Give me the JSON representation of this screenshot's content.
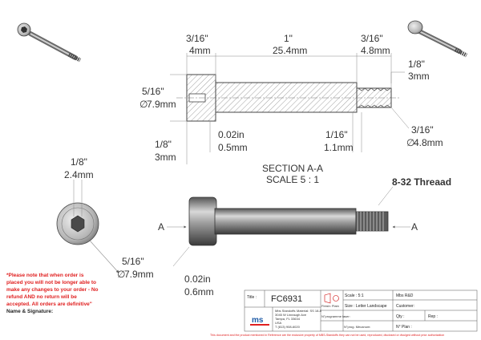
{
  "dims": {
    "head_len_in": "3/16\"",
    "head_len_mm": "4mm",
    "shank_len_in": "1\"",
    "shank_len_mm": "25.4mm",
    "thread_len_in": "3/16\"",
    "thread_len_mm": "4.8mm",
    "thread_depth_in": "1/8\"",
    "thread_depth_mm": "3mm",
    "head_dia_in": "5/16\"",
    "head_dia_mm": "7.9mm",
    "head_side_in": "1/8\"",
    "head_side_mm": "3mm",
    "fillet_in": "0.02in",
    "fillet_mm": "0.5mm",
    "relief_in": "1/16\"",
    "relief_mm": "1.1mm",
    "thread_dia_in": "3/16\"",
    "thread_dia_mm": "4.8mm",
    "hex_in": "1/8\"",
    "hex_mm": "2.4mm",
    "end_dia_in": "5/16\"",
    "end_dia_mm": "7.9mm",
    "chamfer_in": "0.02in",
    "chamfer_mm": "0.6mm"
  },
  "section": {
    "title": "SECTION A-A",
    "scale": "SCALE 5 : 1",
    "marker": "A"
  },
  "thread_label": "8-32 Threaad",
  "notice": [
    "*Please note that when order is",
    "placed you will not be longer able to",
    "make any changes to your order - No",
    "refund AND no return will be",
    "accepted. All orders are definitive\"",
    "Name & Signature:"
  ],
  "title_block": {
    "title_label": "Title :",
    "part_number": "FC6931",
    "company": [
      "Mbs Standoffs",
      "3045 W Lineaugh Ave",
      "Tampa, FL 33634",
      "USA",
      "T (813) 908-6020"
    ],
    "material": "Material: SS 18-8",
    "finish": "Finish: Plain",
    "programmer": "N°programme laser:",
    "program": "N°prog. Mecanum:",
    "scale": "Scale : 5:1",
    "size": "Size : Letter Landscape",
    "owner": "Mbs R&D",
    "customer_label": "Customer:",
    "qty_label": "Qty :",
    "rep_label": "Rep :",
    "plan_label": "N° Plan :"
  },
  "footer": "This document and the product mentioned in Reference are the exclusive property of MBS-Standoffs they can not be used, reproduced, disclosed or divulged without prior authorization",
  "colors": {
    "accent_red": "#e02020",
    "logo_blue": "#1d5aa6",
    "line": "#555555"
  }
}
